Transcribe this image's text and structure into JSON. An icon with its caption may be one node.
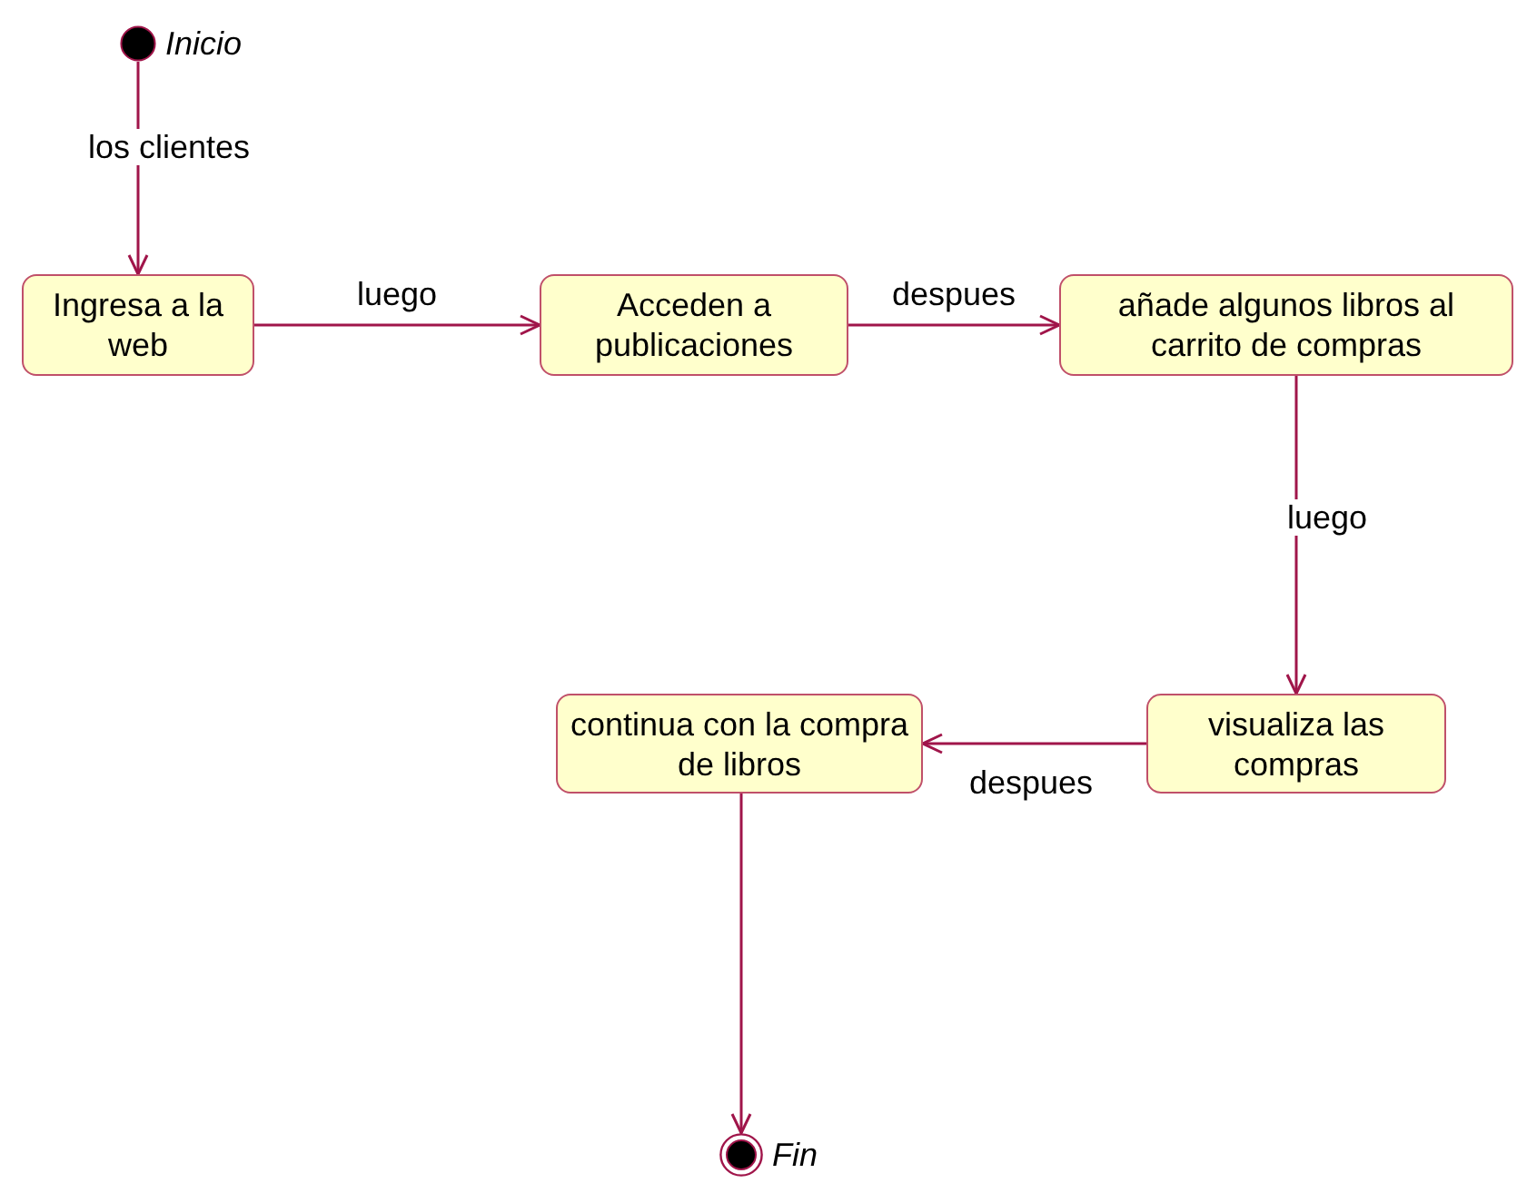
{
  "diagram": {
    "nodes": [
      {
        "text": [],
        "shape": "circle",
        "beside": [
          "Inicio"
        ]
      },
      {
        "text": [
          "Ingresa a la web"
        ]
      },
      {
        "text": [
          "Acceden a publicaciones"
        ]
      },
      {
        "text": [
          "añade algunos libros al carrito de compras"
        ]
      },
      {
        "text": [
          "visualiza las compras"
        ]
      },
      {
        "text": [
          "continua con la compra de libros"
        ]
      },
      {
        "text": [],
        "shape": "bullseye",
        "beside": [
          "Fin"
        ]
      }
    ],
    "edges": [
      {
        "from": 0,
        "to": 1,
        "arrow": "to",
        "label": "los clientes"
      },
      {
        "from": 1,
        "to": 2,
        "arrow": "to",
        "label": "luego"
      },
      {
        "from": 2,
        "to": 3,
        "arrow": "to",
        "label": "despues"
      },
      {
        "from": 3,
        "to": 4,
        "arrow": "to",
        "label": "luego"
      },
      {
        "from": 4,
        "to": 5,
        "arrow": "to",
        "label": "despues"
      },
      {
        "from": 5,
        "to": 6,
        "arrow": "to"
      }
    ]
  }
}
